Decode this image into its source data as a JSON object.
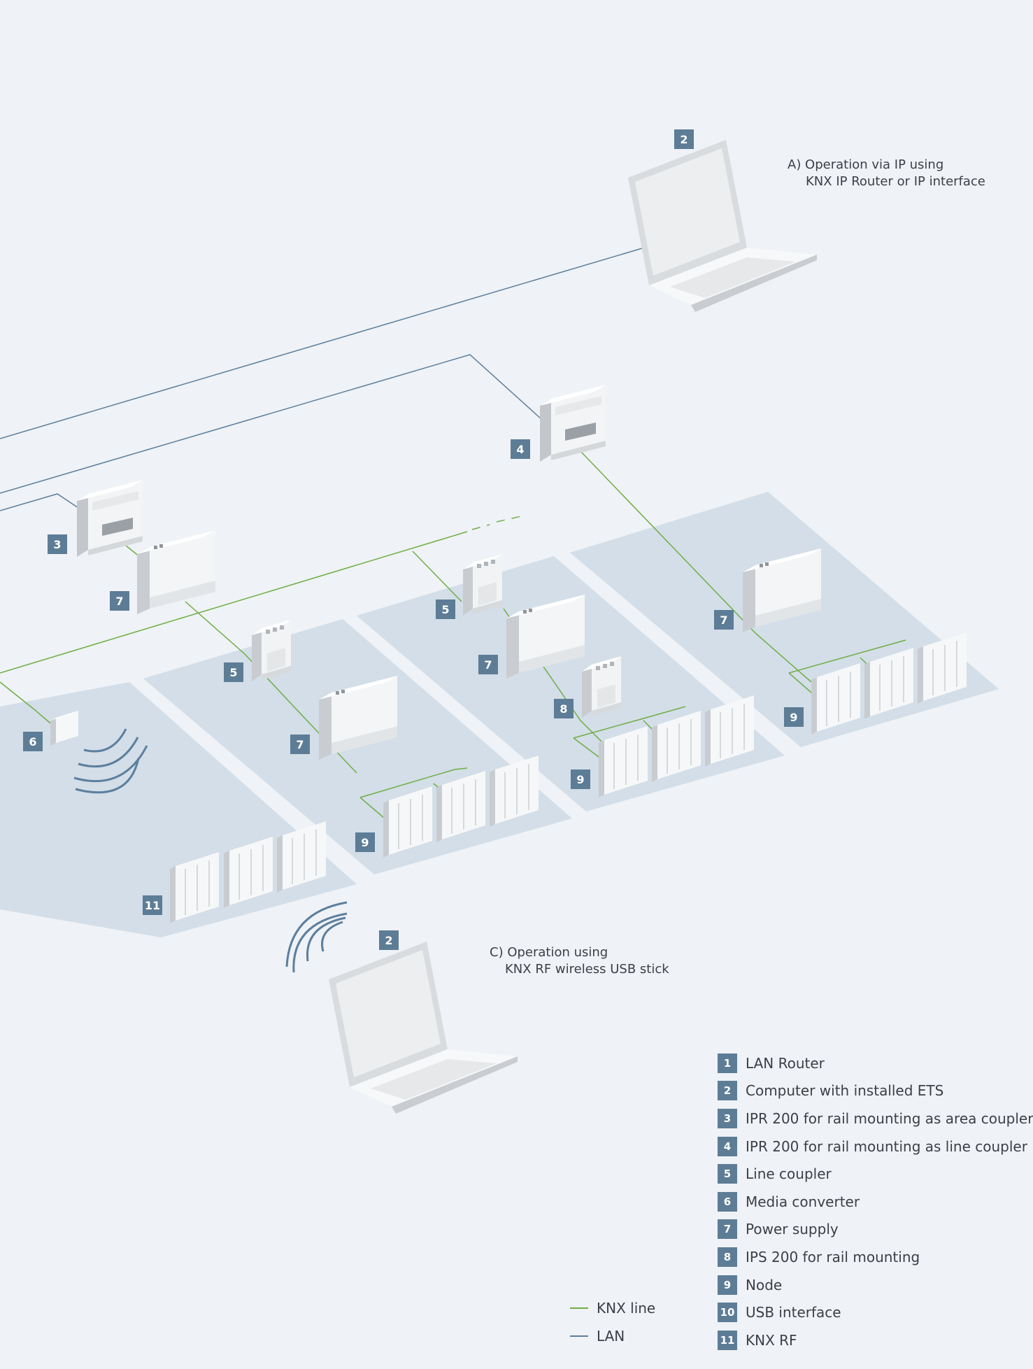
{
  "colors": {
    "background": "#eff2f6",
    "zone": "#d3dee8",
    "badge": "#5d7c96",
    "knx_line": "#6fae45",
    "lan": "#5c7f9e",
    "device": "#ffffff"
  },
  "callouts": {
    "a_line1": "A)  Operation via IP using",
    "a_line2": "KNX IP Router or IP interface",
    "c_line1": "C) Operation using",
    "c_line2": "KNX RF wireless USB stick"
  },
  "badges": [
    "2",
    "4",
    "3",
    "7",
    "5",
    "5",
    "7",
    "7",
    "8",
    "7",
    "6",
    "9",
    "9",
    "9",
    "11",
    "2"
  ],
  "legend": [
    {
      "num": "1",
      "label": "LAN Router"
    },
    {
      "num": "2",
      "label": "Computer with installed ETS"
    },
    {
      "num": "3",
      "label": "IPR 200 for rail mounting as area coupler"
    },
    {
      "num": "4",
      "label": "IPR 200 for rail mounting as line coupler"
    },
    {
      "num": "5",
      "label": "Line coupler"
    },
    {
      "num": "6",
      "label": "Media converter"
    },
    {
      "num": "7",
      "label": "Power supply"
    },
    {
      "num": "8",
      "label": "IPS 200 for rail mounting"
    },
    {
      "num": "9",
      "label": "Node"
    },
    {
      "num": "10",
      "label": "USB interface"
    },
    {
      "num": "11",
      "label": "KNX RF"
    }
  ],
  "line_legend": {
    "knx_line": "KNX line",
    "lan": "LAN"
  },
  "icons": [
    "laptop-icon",
    "din-rail-device-icon",
    "power-supply-icon",
    "wall-switch-icon",
    "wireless-signal-icon",
    "media-converter-icon"
  ]
}
